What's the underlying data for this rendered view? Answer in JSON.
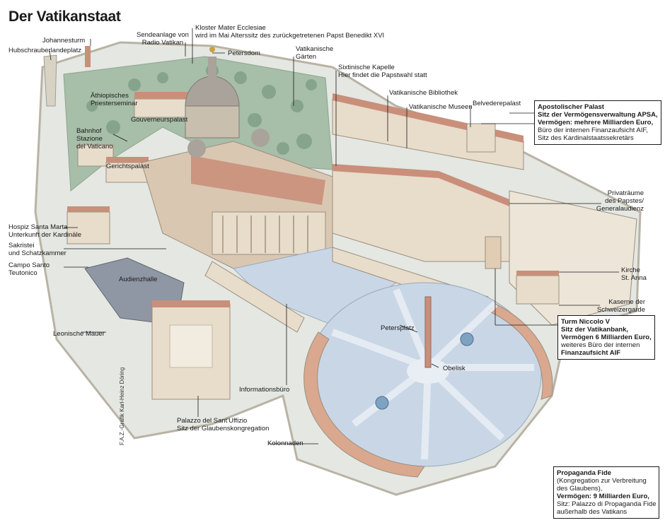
{
  "title": "Der Vatikanstaat",
  "credit": "F.A.Z.-Grafik Karl-Heinz Döring",
  "labels": {
    "johannesturm": "Johannesturm",
    "hubschrauber": "Hubschrauberlandeplatz",
    "sendeanlage": "Sendeanlage von\nRadio Vatikan",
    "kloster": "Kloster Mater Ecclesiae\nwird im Mai Alterssitz des zurückgetretenen Papst Benedikt XVI",
    "petersdom": "Petersdom",
    "gaerten": "Vatikanische\nGärten",
    "kapelle": "Sixtinische Kapelle\nHier findet die Papstwahl statt",
    "bibliothek": "Vatikanische Bibliothek",
    "museen": "Vatikanische Museen",
    "belvedere": "Belvederepalast",
    "aethiopisch": "Äthiopisches\nPriesterseminar",
    "gouverneur": "Gouverneurspalast",
    "bahnhof": "Bahnhof\nStazione\ndel Vaticano",
    "gericht": "Gerichtspalast",
    "hospiz": "Hospiz Santa Marta\nUnterkunft der Kardinäle",
    "sakristei": "Sakristei\nund Schatzkammer",
    "camposanto": "Campo Santo\nTeutonico",
    "audienzhalle": "Audienzhalle",
    "mauer": "Leonische Mauer",
    "infobuero": "Informationsbüro",
    "santuffizio": "Palazzo del Sant'Uffizio\nSitz der Glaubenskongregation",
    "kolonnaden": "Kolonnaden",
    "petersplatz": "Petersplatz",
    "obelisk": "Obelisk",
    "privatraeume": "Privaträume\ndes Papstes/\nGeneralaudienz",
    "kirche": "Kirche\nSt. Anna",
    "kaserne": "Kaserne der\nSchweizergarde"
  },
  "boxes": {
    "apostolisch": {
      "title": "Apostolischer Palast",
      "line1": "Sitz der Vermögensverwaltung APSA,",
      "line2": "Vermögen: mehrere Milliarden Euro,",
      "line3": "Büro der internen Finanzaufsicht AIF,",
      "line4": "Sitz des Kardinalstaatssekretärs"
    },
    "turm": {
      "title": "Turm Niccolo V",
      "line1": "Sitz der Vatikanbank,",
      "line2": "Vermögen 6 Milliarden Euro,",
      "line3": "weiteres Büro der internen",
      "line4": "Finanzaufsicht AIF"
    },
    "propaganda": {
      "title": "Propaganda Fide",
      "line1": "(Kongregation zur Verbreitung",
      "line2": "des Glaubens),",
      "line3": "Vermögen: 9 Milliarden Euro,",
      "line4": "Sitz: Palazzo di Propaganda Fide",
      "line5": "außerhalb des Vatikans"
    }
  },
  "colors": {
    "garden": "#9fb8a4",
    "roof": "#c98f7a",
    "wall": "#e8dccb",
    "square": "#c9d6e6",
    "dome": "#a9a39b"
  }
}
